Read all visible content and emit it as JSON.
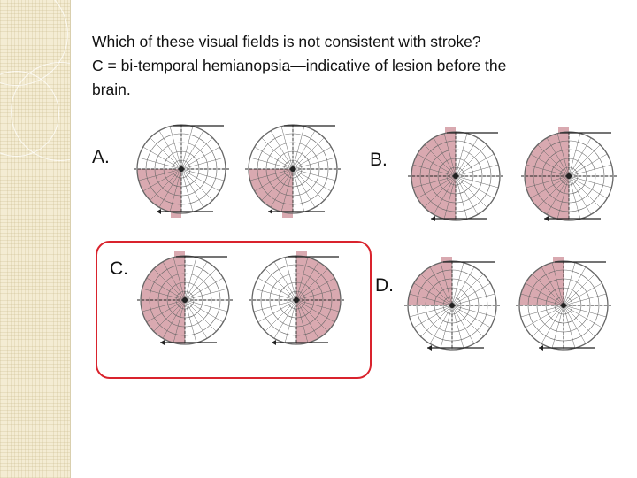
{
  "slide": {
    "question_lines": [
      "Which of these visual fields is not consistent with stroke?",
      "C = bi-temporal hemianopsia—indicative of lesion before the",
      "brain."
    ]
  },
  "options": [
    {
      "label": "A.",
      "fields": [
        {
          "shaded": "lower-left"
        },
        {
          "shaded": "lower-left"
        }
      ]
    },
    {
      "label": "B.",
      "fields": [
        {
          "shaded": "left-half"
        },
        {
          "shaded": "left-half"
        }
      ]
    },
    {
      "label": "C.",
      "highlighted": true,
      "fields": [
        {
          "shaded": "left-half"
        },
        {
          "shaded": "right-half"
        }
      ]
    },
    {
      "label": "D.",
      "fields": [
        {
          "shaded": "upper-left"
        },
        {
          "shaded": "upper-left"
        }
      ]
    }
  ],
  "colors": {
    "shade": "#d9a9b0",
    "highlight_border": "#d9232d",
    "grid_line": "#666666",
    "side_panel": "#f4ecd3"
  }
}
